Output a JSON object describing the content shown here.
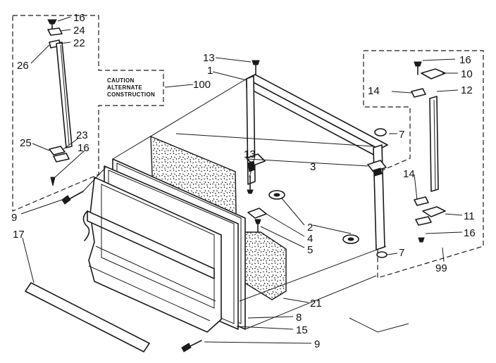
{
  "labels": {
    "l1": "1",
    "l2": "2",
    "l3": "3",
    "l4": "4",
    "l5": "5",
    "l7a": "7",
    "l7b": "7",
    "l8": "8",
    "l9a": "9",
    "l9b": "9",
    "l10": "10",
    "l11": "11",
    "l12": "12",
    "l13a": "13",
    "l13b": "13",
    "l14a": "14",
    "l14b": "14",
    "l15": "15",
    "l16a": "16",
    "l16b": "16",
    "l16c": "16",
    "l16d": "16",
    "l17": "17",
    "l21": "21",
    "l22": "22",
    "l23": "23",
    "l24": "24",
    "l25": "25",
    "l26": "26",
    "l99": "99",
    "l100": "100"
  },
  "caution": {
    "line1": "CAUTION",
    "line2": "ALTERNATE",
    "line3": "CONSTRUCTION"
  },
  "colors": {
    "ink": "#1a1a1a",
    "paper": "#ffffff"
  }
}
